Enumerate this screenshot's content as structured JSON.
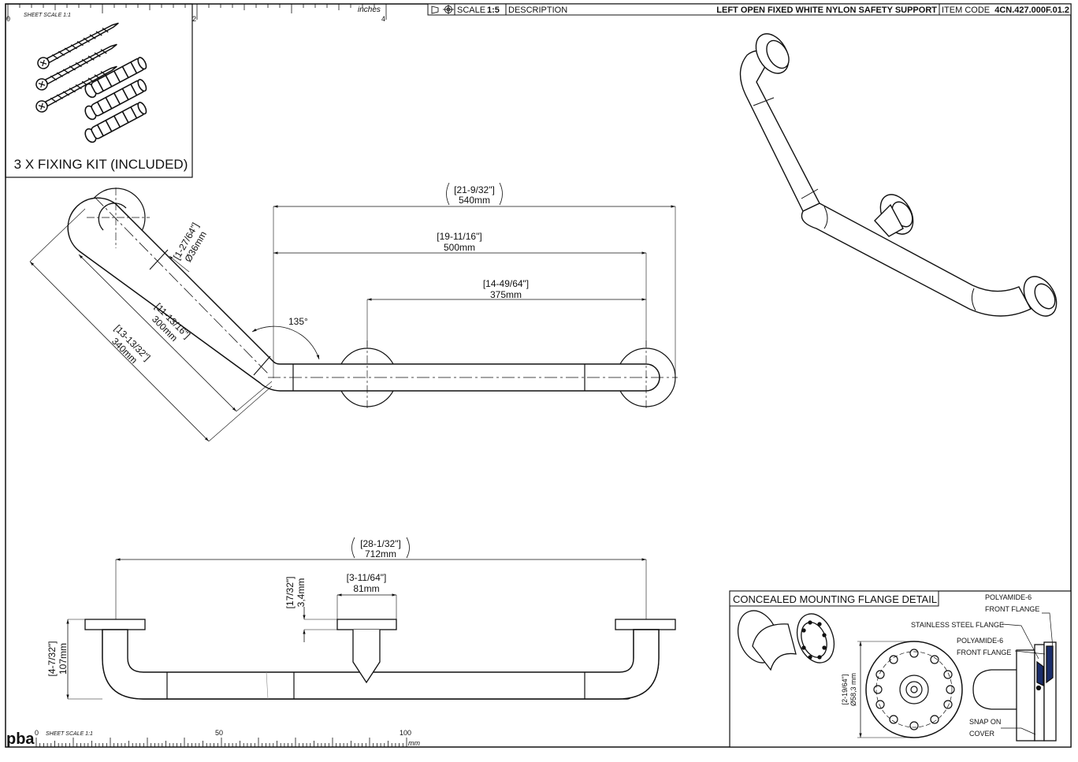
{
  "title_block": {
    "scale_label": "SCALE",
    "scale_value": "1:5",
    "description_label": "DESCRIPTION",
    "description": "LEFT OPEN FIXED WHITE NYLON SAFETY SUPPORT",
    "item_code_label": "ITEM CODE",
    "item_code": "4CN.427.000F.01.2"
  },
  "ruler_top": {
    "sheet_scale": "SHEET SCALE 1:1",
    "unit": "inches",
    "labels": [
      "0",
      "2",
      "4"
    ]
  },
  "ruler_bottom": {
    "sheet_scale": "SHEET SCALE 1:1",
    "unit": "mm",
    "labels": [
      "0",
      "50",
      "100"
    ],
    "logo": "pba"
  },
  "fixing_kit": {
    "caption": "3 X FIXING KIT (INCLUDED)"
  },
  "plan_view": {
    "dims": {
      "d540_in": "[21-9/32\"]",
      "d540_mm": "540mm",
      "d500_in": "[19-11/16\"]",
      "d500_mm": "500mm",
      "d375_in": "[14-49/64\"]",
      "d375_mm": "375mm",
      "angle": "135°",
      "dia_in": "[1-27/64\"]",
      "dia_mm": "Ø36mm",
      "d300_in": "[11-13/16\"]",
      "d300_mm": "300mm",
      "d340_in": "[13-13/32\"]",
      "d340_mm": "340mm"
    }
  },
  "front_view": {
    "dims": {
      "d712_in": "[28-1/32\"]",
      "d712_mm": "712mm",
      "d81_in": "[3-11/64\"]",
      "d81_mm": "81mm",
      "d34_in": "[17/32\"]",
      "d34_mm": "3,4mm",
      "d107_in": "[4-7/32\"]",
      "d107_mm": "107mm"
    }
  },
  "flange_detail": {
    "title": "CONCEALED MOUNTING FLANGE DETAIL",
    "dia_in": "[2-19/64\"]",
    "dia_mm": "Ø58,3 mm",
    "callouts": {
      "polyamide_top_1": "POLYAMIDE-6",
      "polyamide_top_2": "FRONT FLANGE",
      "stainless": "STAINLESS STEEL FLANGE",
      "polyamide_mid_1": "POLYAMIDE-6",
      "polyamide_mid_2": "FRONT FLANGE",
      "snap_1": "SNAP ON",
      "snap_2": "COVER"
    }
  }
}
